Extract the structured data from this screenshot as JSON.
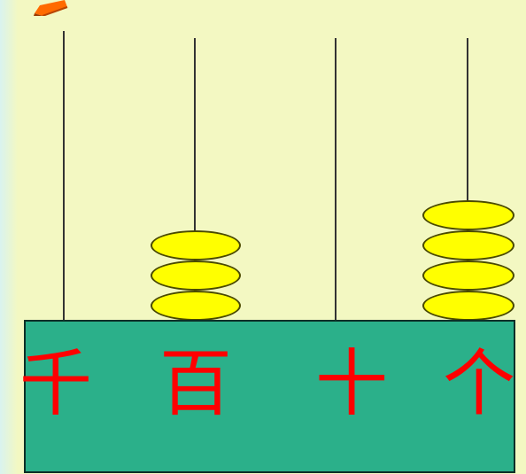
{
  "labels": {
    "thousands": "千",
    "hundreds": "百",
    "tens": "十",
    "ones": "个"
  },
  "beads": {
    "thousands": 0,
    "hundreds": 3,
    "tens": 0,
    "ones": 4
  },
  "colors": {
    "background": "#f3f8c2",
    "base": "#2bb08a",
    "bead": "#ffff00",
    "label": "#ff0000"
  }
}
